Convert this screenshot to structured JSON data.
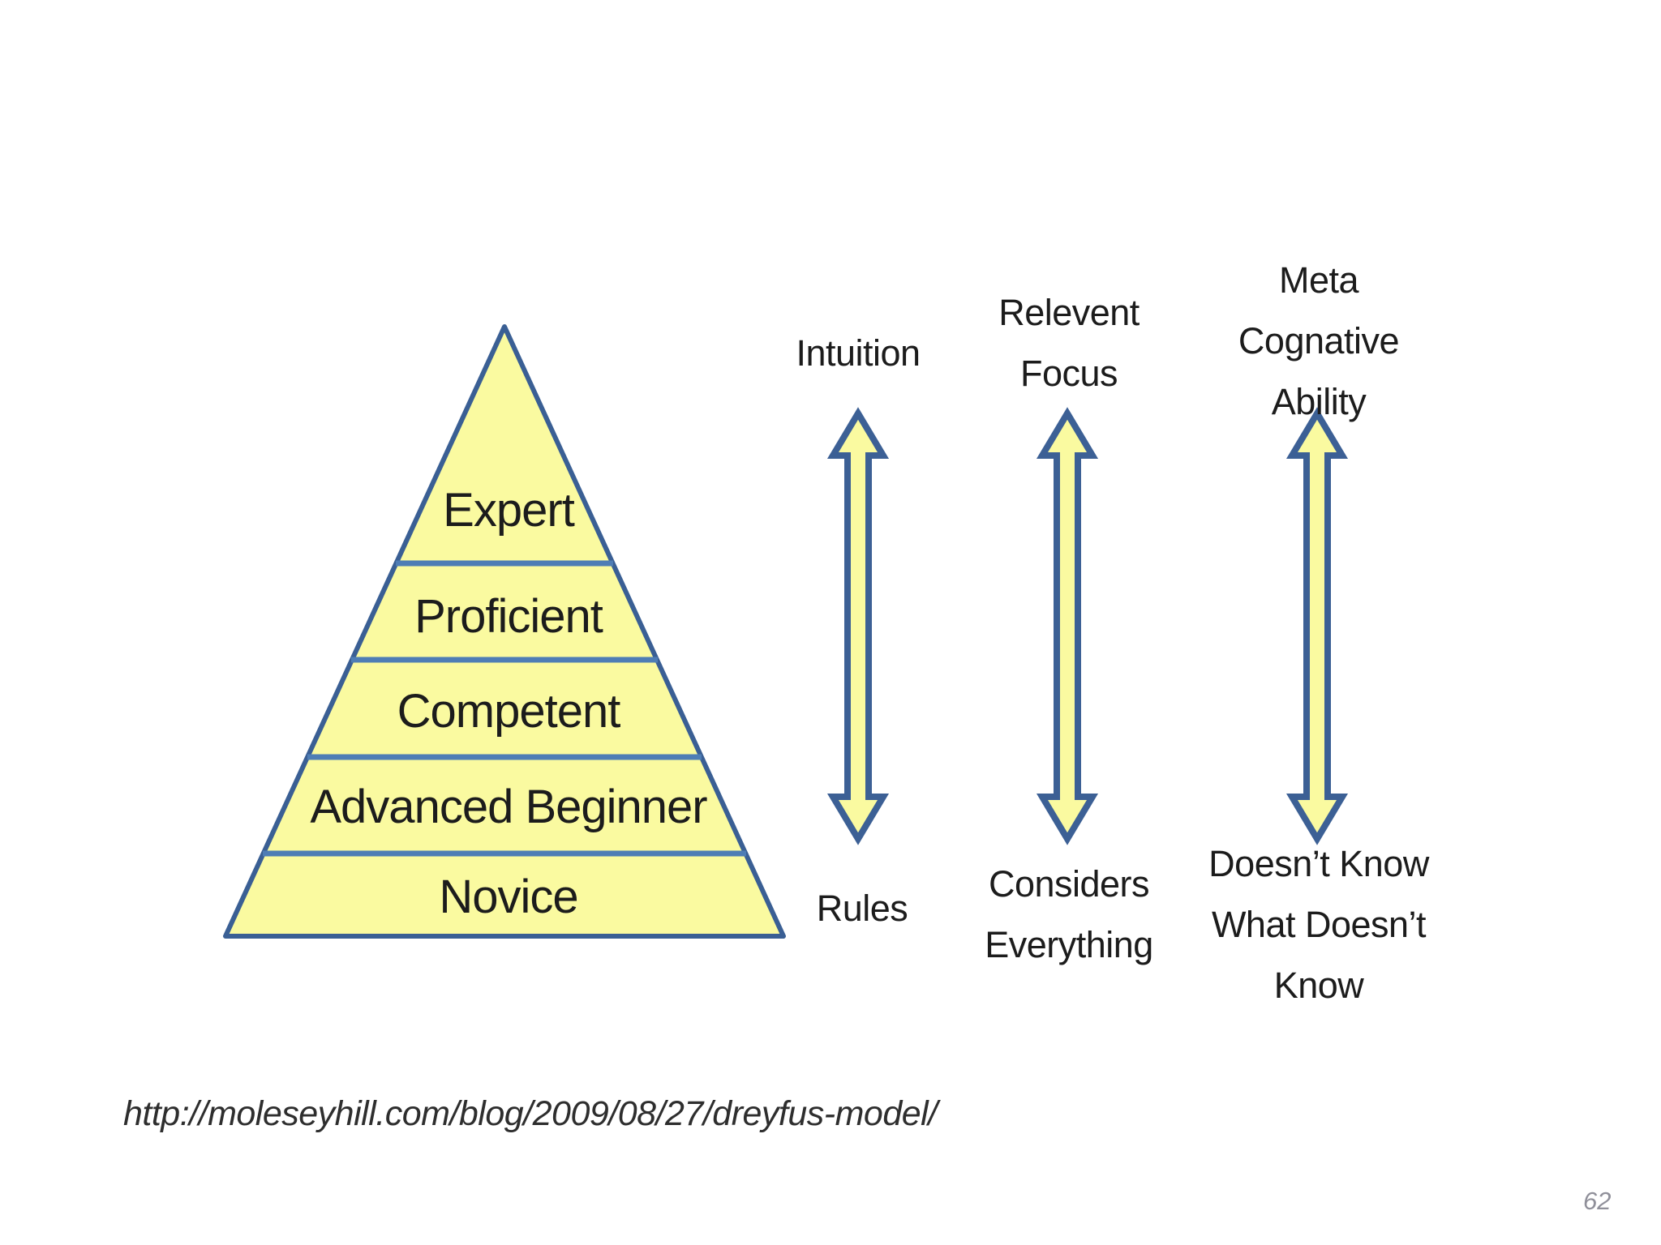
{
  "pyramid": {
    "levels": [
      {
        "label": "Expert"
      },
      {
        "label": "Proficient"
      },
      {
        "label": "Competent"
      },
      {
        "label": "Advanced Beginner"
      },
      {
        "label": "Novice"
      }
    ]
  },
  "axes": [
    {
      "top": "Intuition",
      "bottom": "Rules"
    },
    {
      "top": "Relevent\nFocus",
      "bottom": "Considers\nEverything"
    },
    {
      "top": "Meta\nCognative\nAbility",
      "bottom": "Doesn’t Know\nWhat Doesn’t\nKnow"
    }
  ],
  "source": {
    "url": "http://moleseyhill.com/blog/2009/08/27/dreyfus-model/"
  },
  "page": {
    "number": "62"
  },
  "colors": {
    "shape_fill": "#FAFAA0",
    "shape_outline": "#3A5F94",
    "divider_line": "#4E7DB5",
    "text": "#1c1c1c",
    "page_number": "#90909a"
  }
}
